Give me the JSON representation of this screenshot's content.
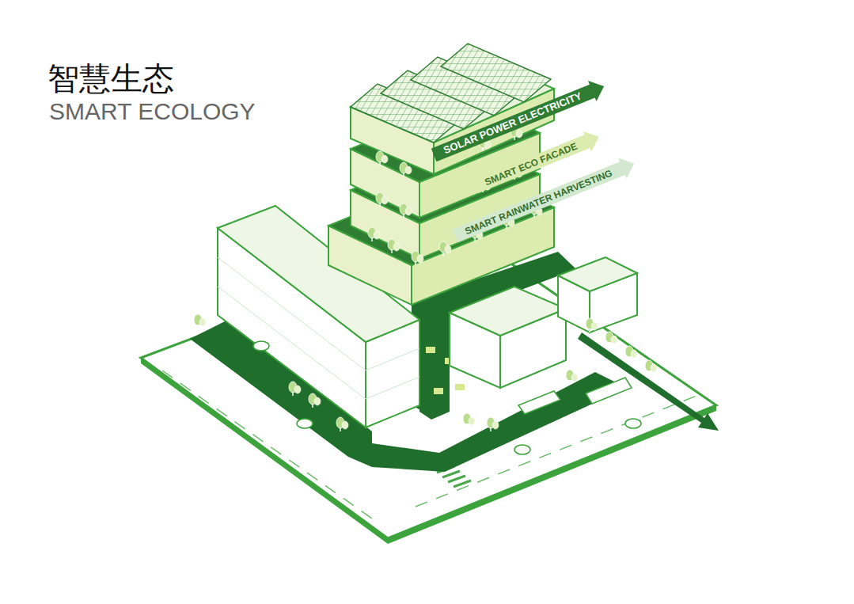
{
  "diagram": {
    "title": "智慧生态",
    "nodes": [
      {
        "text": [
          "SOLAR POWER ELECTRICITY"
        ]
      },
      {
        "text": [
          "SMART ECO FACADE"
        ]
      },
      {
        "text": [
          "SMART RAINWATER HARVESTING"
        ]
      }
    ],
    "labels": [
      "SMART ECOLOGY"
    ]
  }
}
